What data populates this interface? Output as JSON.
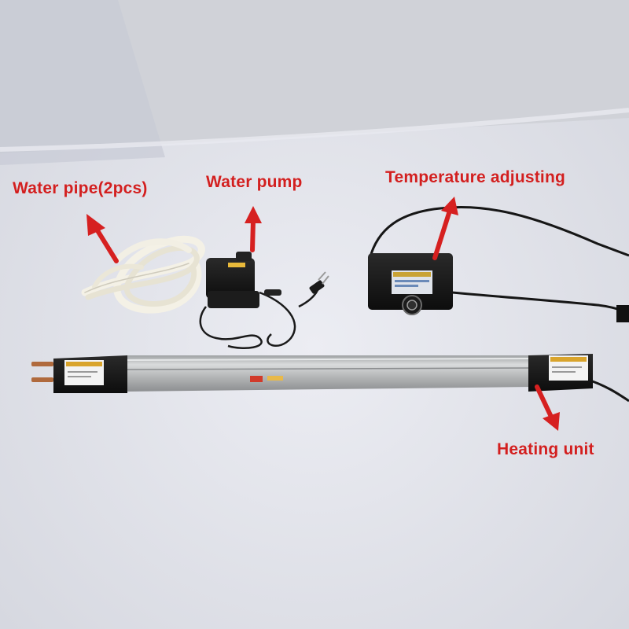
{
  "labels": {
    "water_pipe": "Water pipe(2pcs)",
    "water_pump": "Water pump",
    "temperature_adjusting": "Temperature adjusting",
    "heating_unit": "Heating unit"
  },
  "colors": {
    "label_red": "#d21f1f",
    "arrow_red": "#d62020",
    "background": "#e4e5ec",
    "backdrop_fold": "#cfd1d7",
    "rail_aluminium": "#b8babb",
    "device_black": "#161616"
  }
}
